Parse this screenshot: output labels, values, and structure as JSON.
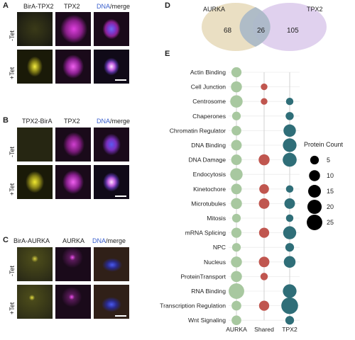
{
  "panels": {
    "a": {
      "label": "A",
      "col1": "BirA-TPX2",
      "col2": "TPX2",
      "col3_dna": "DNA",
      "col3_rest": "/merge",
      "row1": "-Tet",
      "row2": "+Tet"
    },
    "b": {
      "label": "B",
      "col1": "TPX2-BirA",
      "col2": "TPX2",
      "col3_dna": "DNA",
      "col3_rest": "/merge",
      "row1": "-Tet",
      "row2": "+Tet"
    },
    "c": {
      "label": "C",
      "col1": "BirA-AURKA",
      "col2": "AURKA",
      "col3_dna": "DNA",
      "col3_rest": "/merge",
      "row1": "-Tet",
      "row2": "+Tet"
    },
    "d": {
      "label": "D",
      "left_set": "AURKA",
      "right_set": "TPX2",
      "left_only": "68",
      "shared": "26",
      "right_only": "105"
    },
    "e": {
      "label": "E"
    }
  },
  "colors": {
    "dna": "#3a5fcd",
    "aurka": "#a8c8a0",
    "shared": "#c0564f",
    "tpx2": "#2f6e78",
    "venn_left": "#e8dcbc",
    "venn_right": "#d8c6ea"
  },
  "chart_data": {
    "type": "scatter",
    "title": "",
    "columns": [
      "AURKA",
      "Shared",
      "TPX2"
    ],
    "categories": [
      "Actin Binding",
      "Cell Junction",
      "Centrosome",
      "Chaperones",
      "Chromatin Regulator",
      "DNA Binding",
      "DNA Damage",
      "Endocytosis",
      "Kinetochore",
      "Microtubules",
      "Mitosis",
      "mRNA Splicing",
      "NPC",
      "Nucleus",
      "ProteinTransport",
      "RNA Binding",
      "Transcription Regulation",
      "Wnt Signaling"
    ],
    "series": [
      {
        "name": "AURKA",
        "values": [
          8,
          10,
          14,
          5,
          7,
          9,
          9,
          14,
          9,
          10,
          5,
          8,
          5,
          10,
          10,
          25,
          7,
          7
        ]
      },
      {
        "name": "Shared",
        "values": [
          0,
          2,
          2,
          0,
          0,
          0,
          10,
          0,
          7,
          9,
          0,
          8,
          0,
          9,
          3,
          0,
          8,
          0
        ]
      },
      {
        "name": "TPX2",
        "values": [
          0,
          0,
          3,
          4,
          14,
          18,
          19,
          0,
          3,
          9,
          3,
          16,
          5,
          12,
          0,
          18,
          30,
          5
        ]
      }
    ],
    "legend": {
      "title": "Protein Count",
      "sizes": [
        5,
        10,
        15,
        20,
        25
      ]
    }
  }
}
